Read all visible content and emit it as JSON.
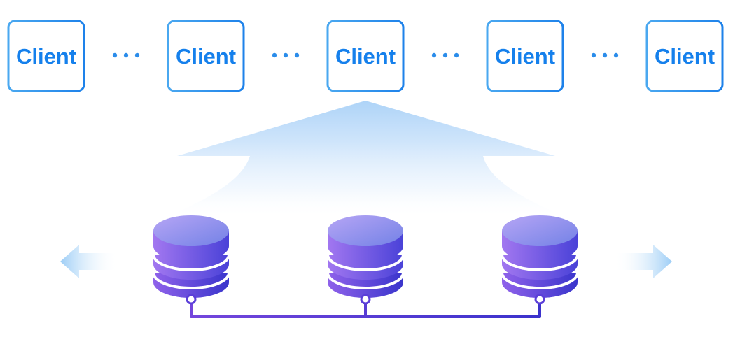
{
  "clients": [
    {
      "label": "Client"
    },
    {
      "label": "Client"
    },
    {
      "label": "Client"
    },
    {
      "label": "Client"
    },
    {
      "label": "Client"
    }
  ],
  "ellipsis_groups": 4,
  "database_nodes": 3,
  "colors": {
    "client_border_start": "#4aa8f0",
    "client_border_end": "#1e82ea",
    "client_text": "#1580ec",
    "ellipsis_dot": "#2a8cea",
    "fan_arrow": "#9fcaf5",
    "db_top_start": "#a99bf2",
    "db_top_end": "#7a86e8",
    "db_side_start": "#9a72ee",
    "db_side_end": "#4640d6",
    "bus_line_start": "#7446dc",
    "bus_line_end": "#3b32cc",
    "side_arrow": "#a9d3f7"
  },
  "icons": {
    "left_arrow": "arrow-left-icon",
    "right_arrow": "arrow-right-icon",
    "database": "database-icon"
  }
}
